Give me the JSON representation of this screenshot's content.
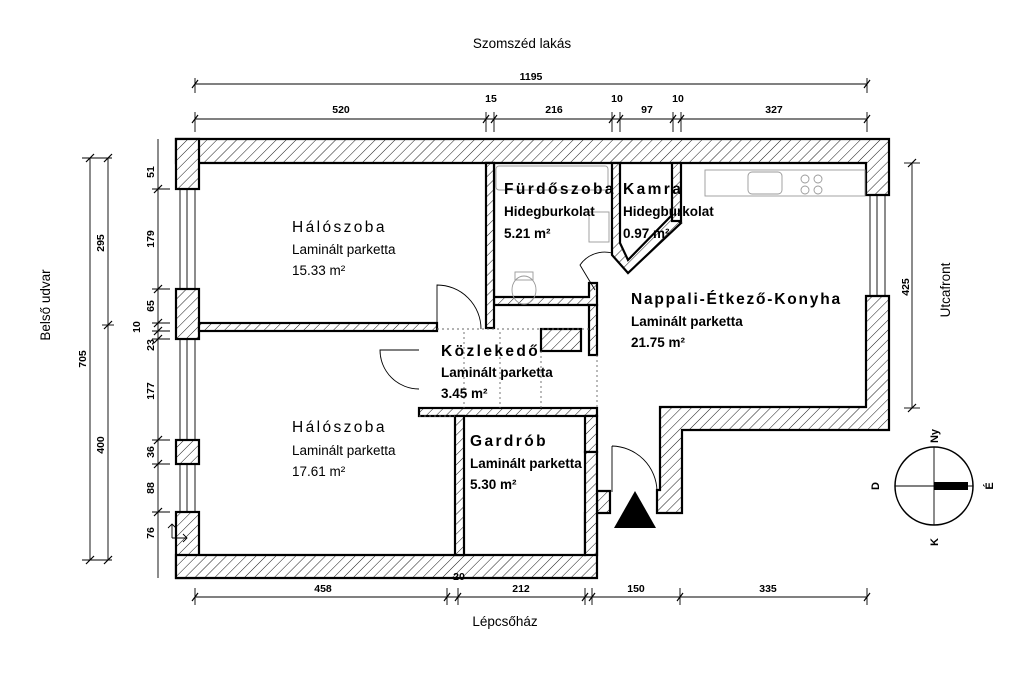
{
  "plan": {
    "top_neighbor": "Szomszéd lakás",
    "left_courtyard": "Belső udvar",
    "right_street": "Utcafront",
    "bottom_stairs": "Lépcsőház"
  },
  "dimensions": {
    "top_total": "1195",
    "top": [
      "520",
      "15",
      "216",
      "10",
      "97",
      "10",
      "327"
    ],
    "bottom": [
      "458",
      "20",
      "212",
      "150",
      "335"
    ],
    "left_total": "705",
    "left_mid": [
      "295",
      "400"
    ],
    "left_inner": [
      "51",
      "179",
      "65",
      "10",
      "23",
      "177",
      "36",
      "88",
      "76"
    ],
    "right": [
      "425"
    ]
  },
  "rooms": [
    {
      "name": "Hálószoba",
      "floor": "Laminált parketta",
      "area": "15.33 m²"
    },
    {
      "name": "Hálószoba",
      "floor": "Laminált parketta",
      "area": "17.61 m²"
    },
    {
      "name": "Fürdőszoba",
      "floor": "Hidegburkolat",
      "area": "5.21 m²"
    },
    {
      "name": "Kamra",
      "floor": "Hidegburkolat",
      "area": "0.97 m²"
    },
    {
      "name": "Nappali-Étkező-Konyha",
      "floor": "Laminált parketta",
      "area": "21.75 m²"
    },
    {
      "name": "Közlekedő",
      "floor": "Laminált parketta",
      "area": "3.45 m²"
    },
    {
      "name": "Gardrób",
      "floor": "Laminált parketta",
      "area": "5.30 m²"
    }
  ],
  "compass": {
    "north": "Ny",
    "east": "É",
    "south": "K",
    "west": "D"
  }
}
